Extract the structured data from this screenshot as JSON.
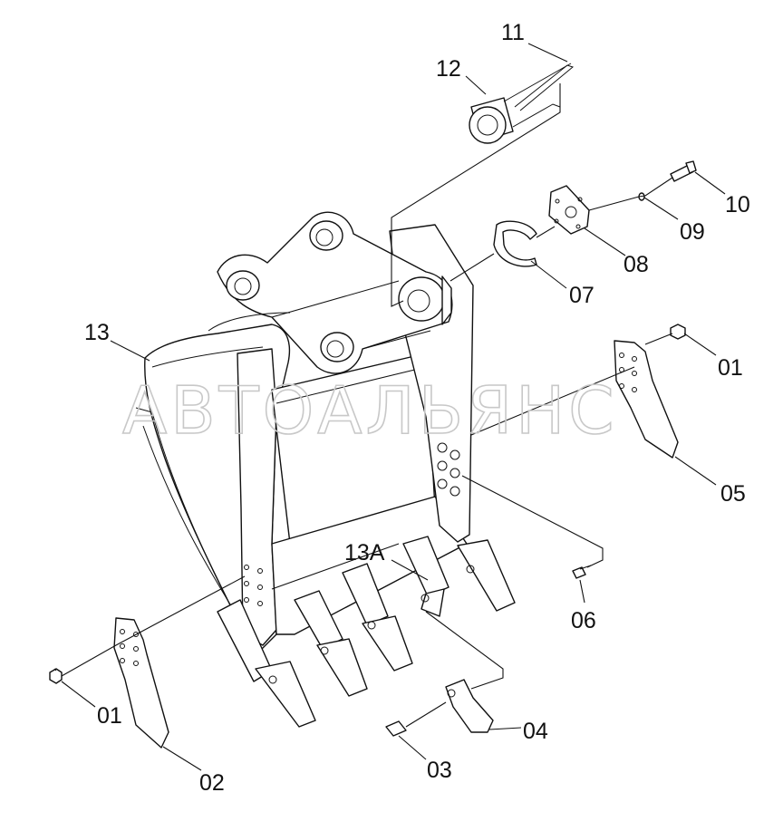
{
  "diagram": {
    "watermark": "АВТОАЛЬЯНС",
    "labels": {
      "p01a": "01",
      "p01b": "01",
      "p02": "02",
      "p03": "03",
      "p04": "04",
      "p05": "05",
      "p06": "06",
      "p07": "07",
      "p08": "08",
      "p09": "09",
      "p10": "10",
      "p11": "11",
      "p12": "12",
      "p13": "13",
      "p13a": "13A"
    }
  }
}
